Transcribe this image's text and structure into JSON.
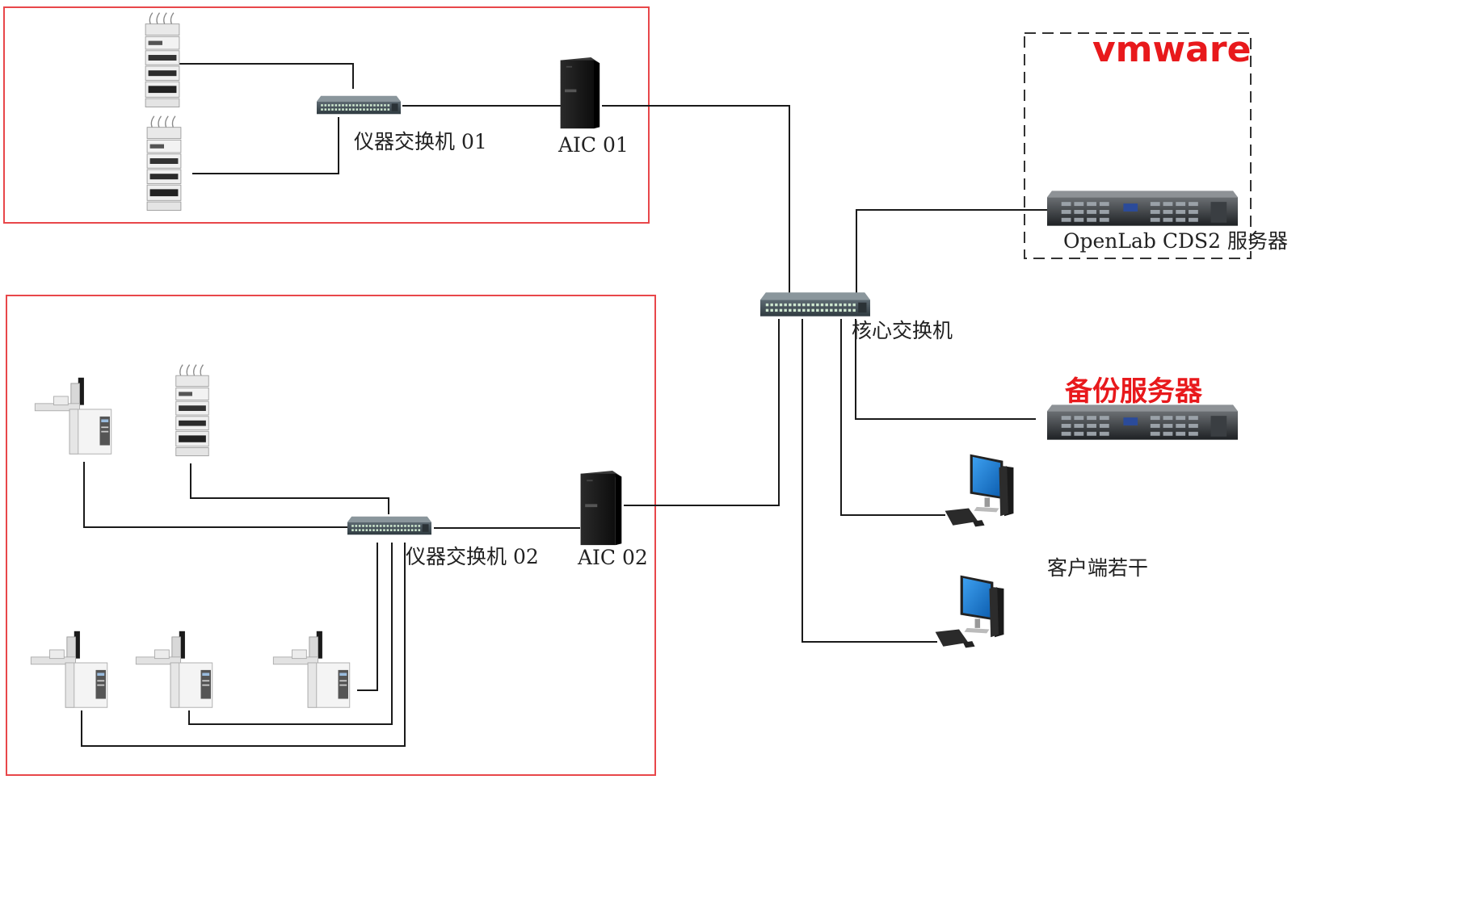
{
  "labels": {
    "switch01": "仪器交换机 01",
    "aic01": "AIC 01",
    "switch02": "仪器交换机 02",
    "aic02": "AIC 02",
    "core_switch": "核心交换机",
    "openlab_server": "OpenLab CDS2 服务器",
    "vmware": "vmware",
    "backup_server": "备份服务器",
    "clients": "客户端若干"
  },
  "colors": {
    "group_border": "#e8474a",
    "brand_red": "#e8191c",
    "wire": "#1a1a1a",
    "monitor_screen": "#1f7fd6"
  },
  "devices": {
    "group1": [
      "hplc-stack",
      "hplc-stack"
    ],
    "group2": [
      "gc-instrument",
      "hplc-stack",
      "gc-instrument",
      "gc-instrument",
      "gc-instrument"
    ],
    "clients": [
      "desktop-pc",
      "desktop-pc"
    ]
  }
}
